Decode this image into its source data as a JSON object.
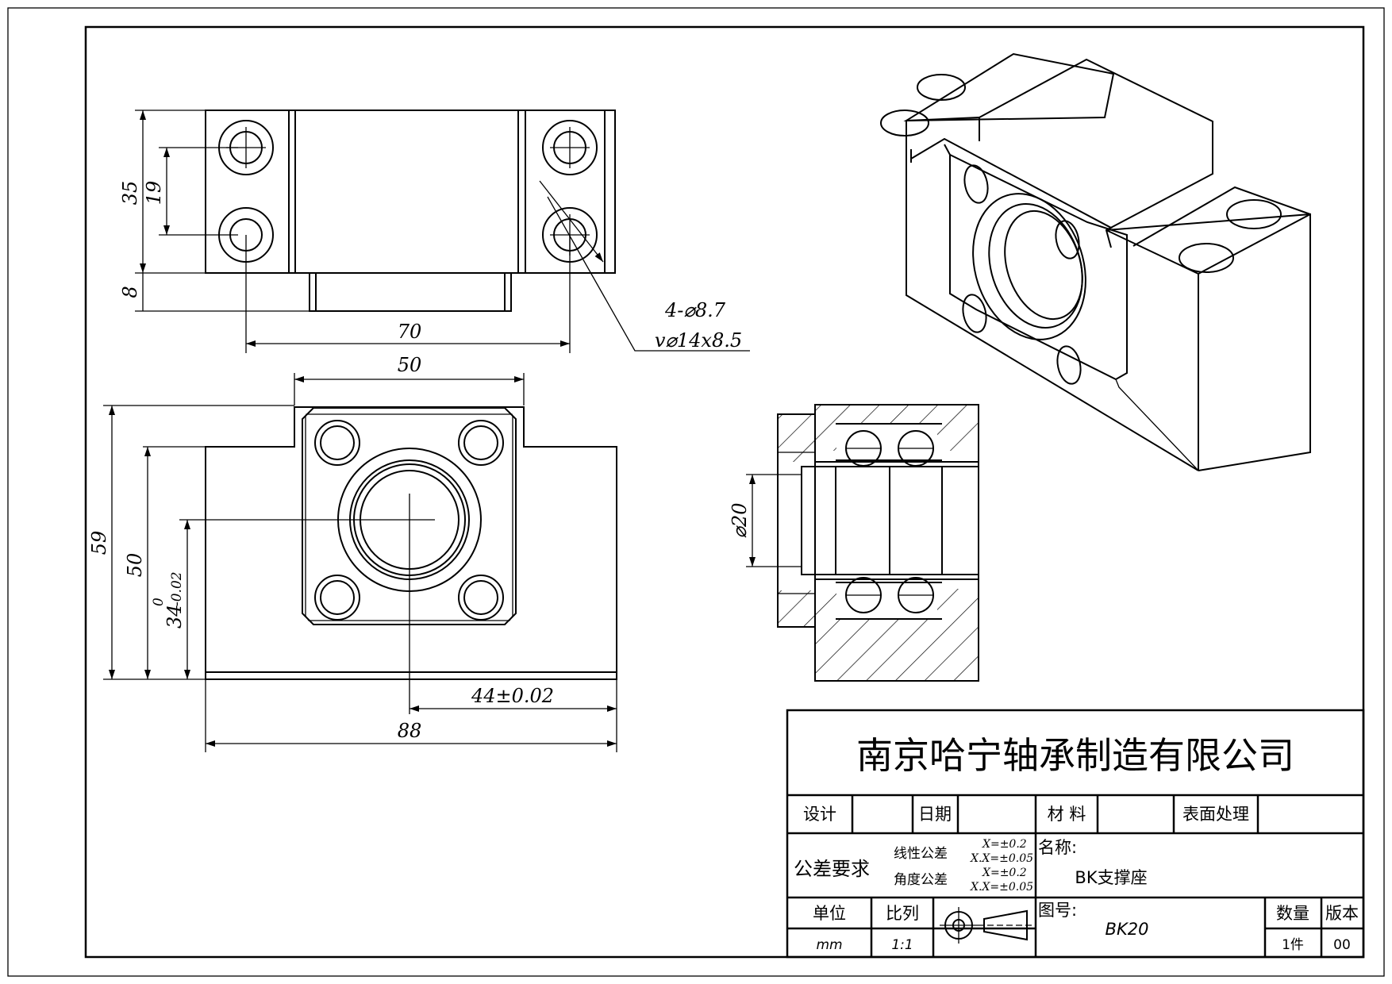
{
  "dimensions": {
    "d35": "35",
    "d19": "19",
    "d8": "8",
    "d70": "70",
    "hole_qty": "4-⌀8.7",
    "hole_cb": "v⌀14x8.5",
    "d50_top": "50",
    "d59": "59",
    "d50_side": "50",
    "d34": "34",
    "d34_upper": "0",
    "d34_lower": "-0.02",
    "d44": "44±0.02",
    "d88": "88",
    "d_phi20": "⌀20"
  },
  "title_block": {
    "company": "南京哈宁轴承制造有限公司",
    "design_label": "设计",
    "design_value": "",
    "date_label": "日期",
    "date_value": "",
    "material_label": "材 料",
    "material_value": "",
    "surface_label": "表面处理",
    "surface_value": "",
    "tolerance_label": "公差要求",
    "linear_tol_label": "线性公差",
    "linear_tol_1": "X=±0.2",
    "linear_tol_2": "X.X=±0.05",
    "angular_tol_label": "角度公差",
    "angular_tol_1": "X=±0.2",
    "angular_tol_2": "X.X=±0.05",
    "name_label": "名称:",
    "name_value": "BK支撑座",
    "unit_label": "单位",
    "unit_value": "mm",
    "scale_label": "比列",
    "scale_value": "1:1",
    "drawing_no_label": "图号:",
    "drawing_no_value": "BK20",
    "qty_label": "数量",
    "qty_value": "1件",
    "version_label": "版本",
    "version_value": "00"
  }
}
